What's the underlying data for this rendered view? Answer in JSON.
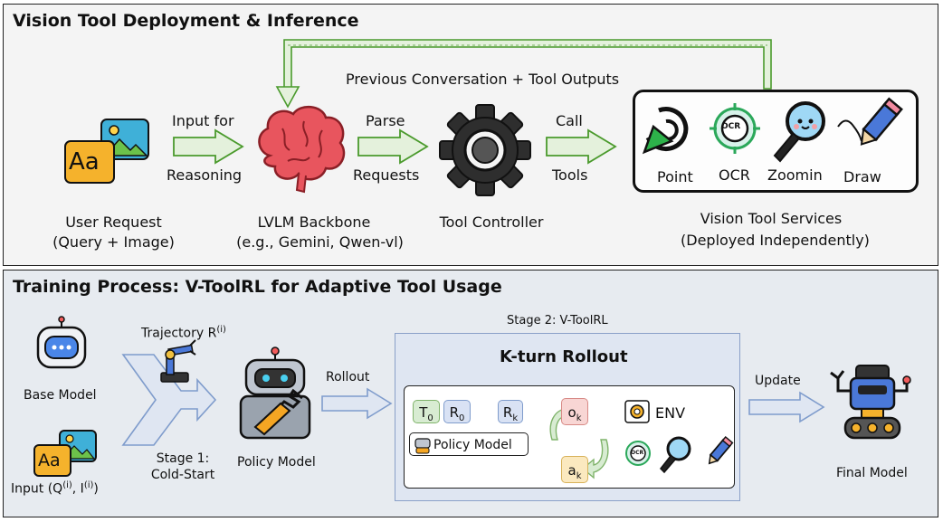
{
  "top": {
    "title": "Vision Tool Deployment & Inference",
    "feedback_label": "Previous Conversation + Tool Outputs",
    "arrow1": {
      "top": "Input for",
      "bottom": "Reasoning"
    },
    "arrow2": {
      "top": "Parse",
      "bottom": "Requests"
    },
    "arrow3": {
      "top": "Call",
      "bottom": "Tools"
    },
    "user_request": {
      "line1": "User Request",
      "line2": "(Query + Image)",
      "icon_text": "Aa"
    },
    "backbone": {
      "line1": "LVLM Backbone",
      "line2": "(e.g., Gemini, Qwen-vl)"
    },
    "controller": "Tool Controller",
    "services": {
      "line1": "Vision Tool Services",
      "line2": "(Deployed Independently)",
      "tools": [
        "Point",
        "OCR",
        "Zoomin",
        "Draw"
      ],
      "ocr_icon_text": "OCR"
    }
  },
  "bottom": {
    "title": "Training Process: V-ToolRL for Adaptive Tool Usage",
    "base_model": "Base Model",
    "input_label": "Input (Q",
    "input_sup1": "(i)",
    "input_mid": ", I",
    "input_sup2": "(i)",
    "input_end": ")",
    "input_icon_text": "Aa",
    "trajectory": "Trajectory R",
    "trajectory_sup": "(i)",
    "stage1": {
      "line1": "Stage 1:",
      "line2": "Cold-Start"
    },
    "policy_model": "Policy Model",
    "rollout": "Rollout",
    "stage2": "Stage 2: V-ToolRL",
    "kturn": "K-turn Rollout",
    "t0": "T",
    "t0_sub": "0",
    "r0": "R",
    "r0_sub": "0",
    "rk": "R",
    "rk_sub": "k",
    "ok": "o",
    "ok_sub": "k",
    "ak": "a",
    "ak_sub": "k",
    "env": "ENV",
    "inner_policy": "Policy Model",
    "update": "Update",
    "final_model": "Final Model",
    "ocr_icon_text": "OCR"
  },
  "colors": {
    "arrow_green": "#4a9a2c",
    "arrow_blue": "#7f9ccc",
    "brain": "#e8555e",
    "image_icon": "#3fb0d8",
    "aa_icon": "#f5b22c",
    "chip_green": "#d8ecd2",
    "chip_blue": "#d9e2f4",
    "chip_red": "#f8d6d4",
    "chip_yellow": "#fbe9bf"
  }
}
